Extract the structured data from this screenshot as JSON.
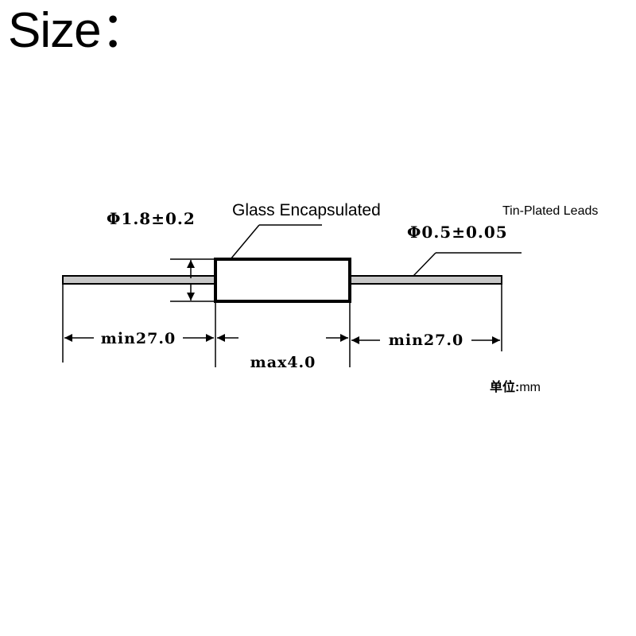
{
  "title": "Size：",
  "labels": {
    "body_diameter": "Φ1.8±0.2",
    "body_name": "Glass Encapsulated",
    "leads_name": "Tin-Plated Leads",
    "lead_diameter": "Φ0.5±0.05",
    "left_lead_length": "min27.0",
    "body_length": "max4.0",
    "right_lead_length": "min27.0",
    "unit_label": "单位:",
    "unit_value": "mm"
  },
  "colors": {
    "line": "#000000",
    "lead_fill": "#c8c8c8",
    "body_fill": "#ffffff"
  }
}
